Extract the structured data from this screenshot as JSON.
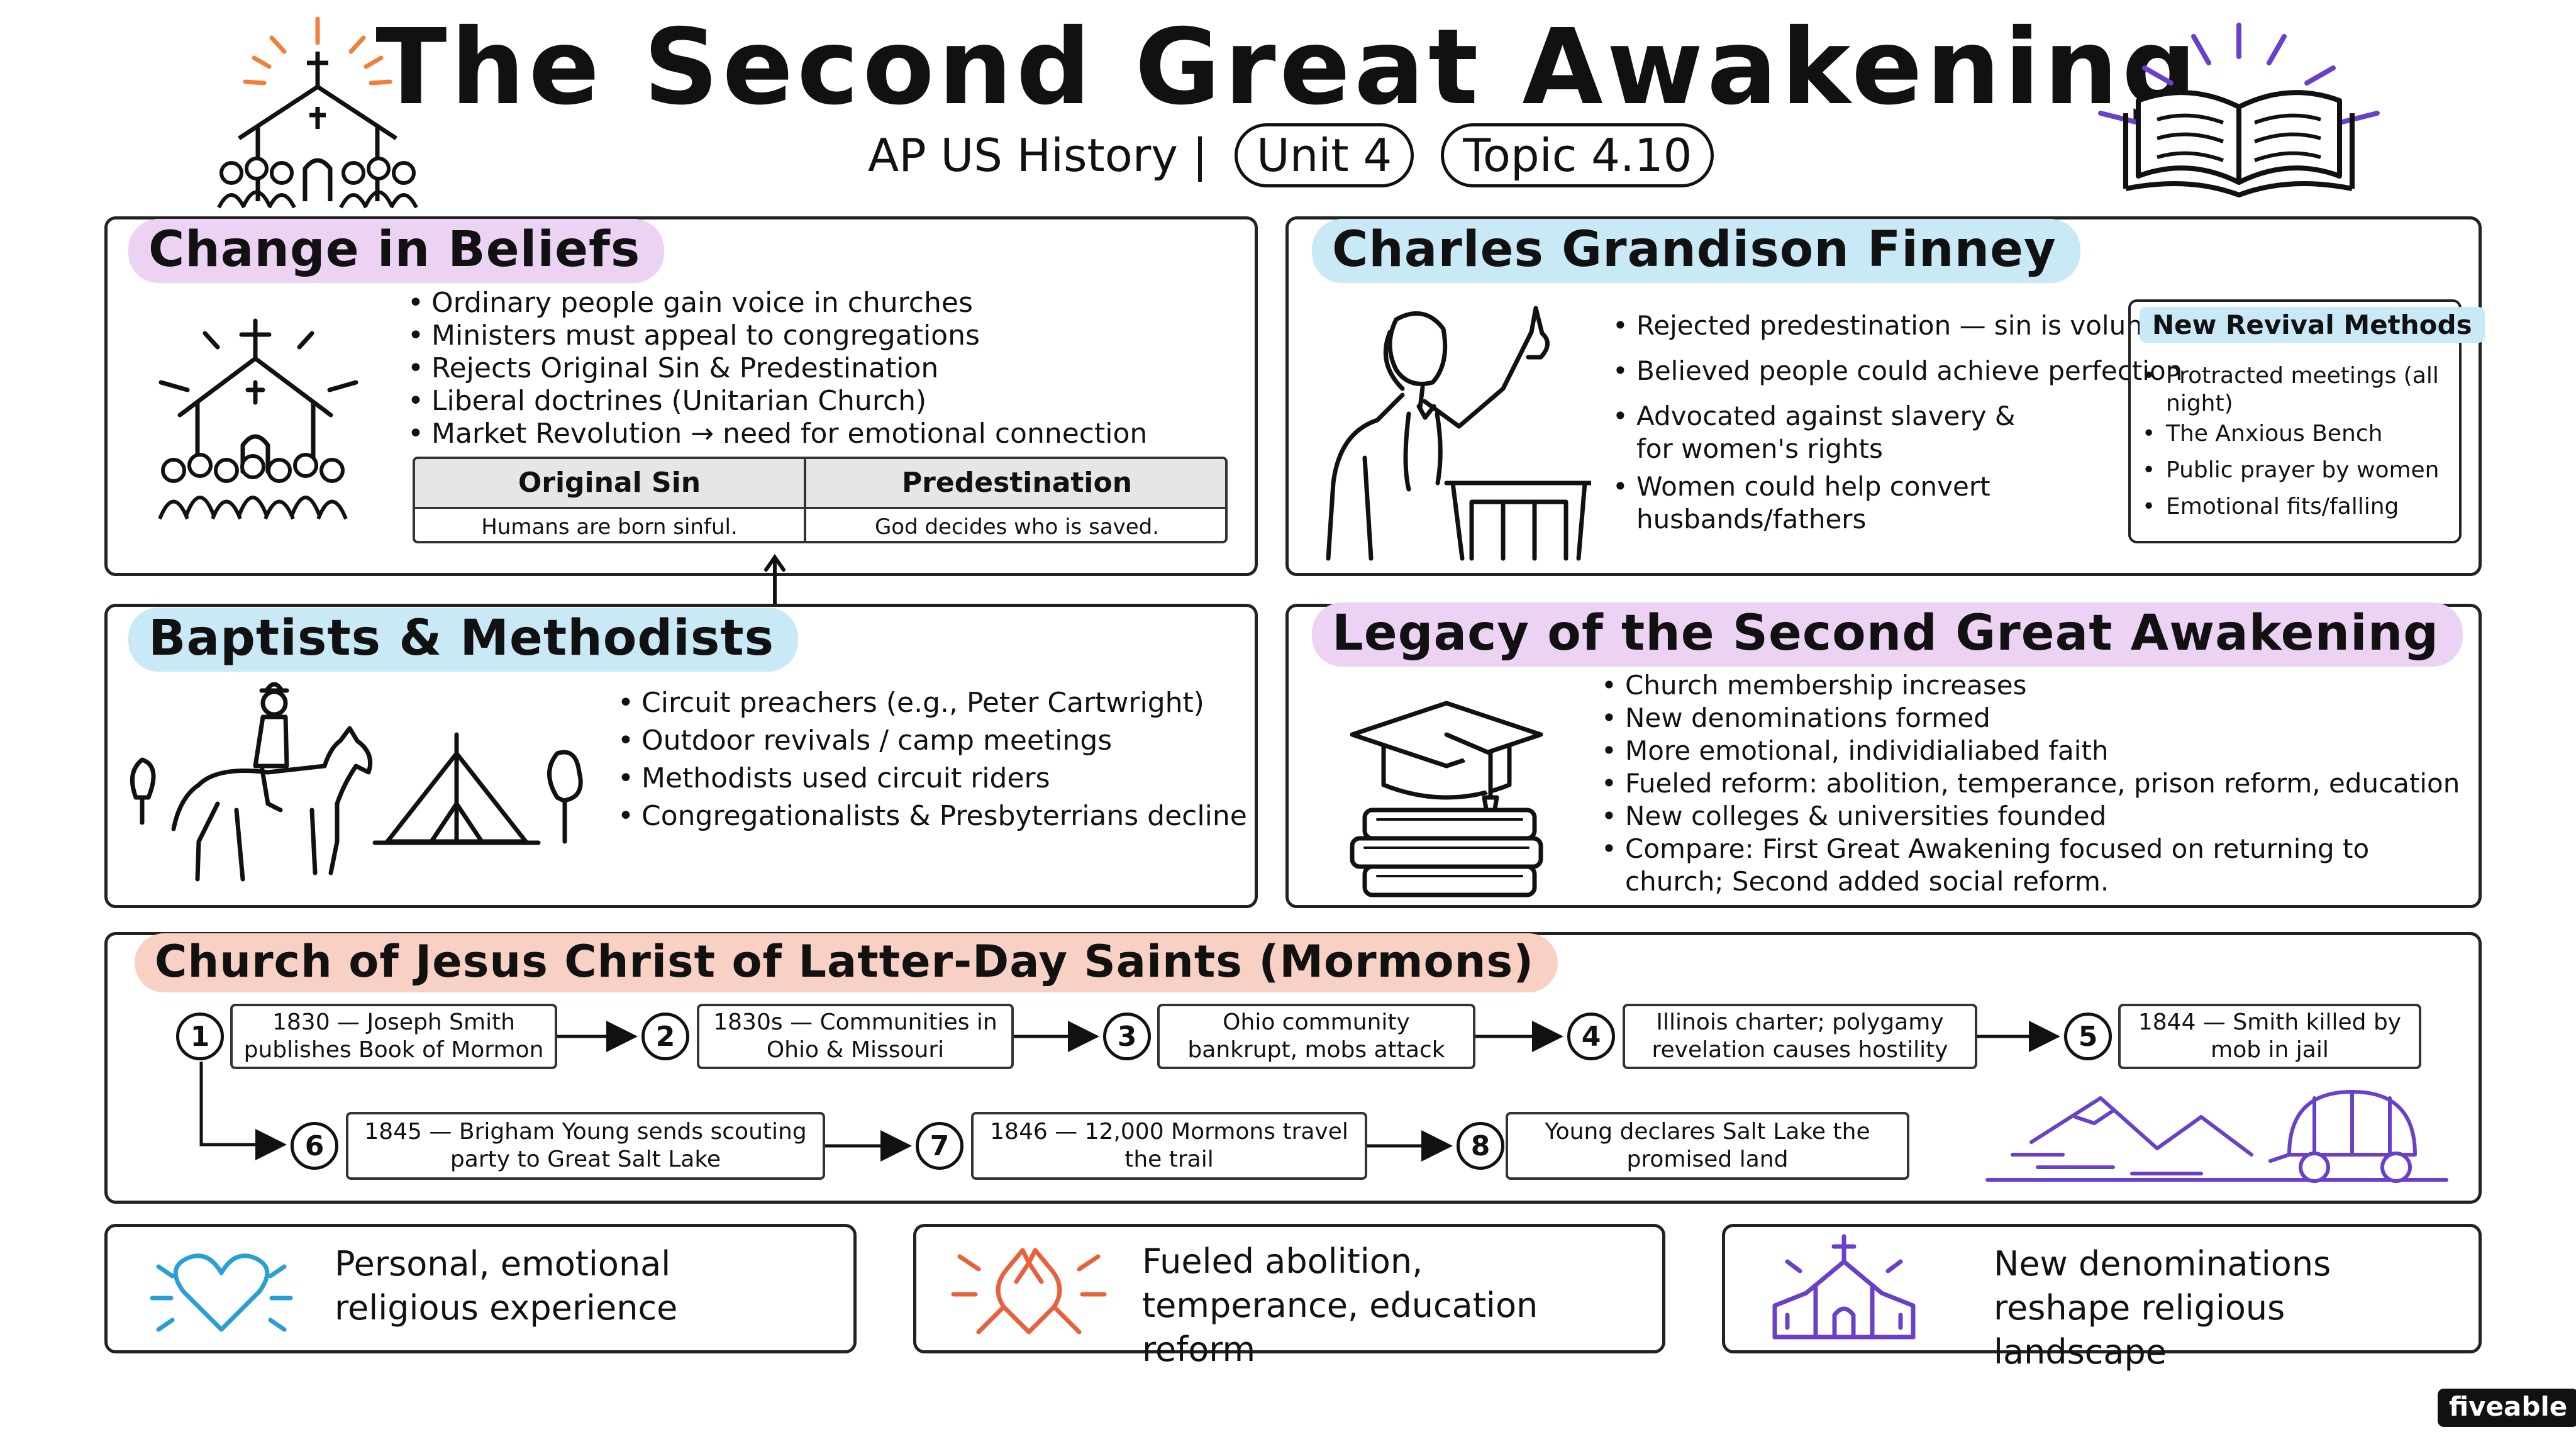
{
  "header": {
    "title": "The Second Great Awakening",
    "subtitle": "AP US History |",
    "unit_pill": "Unit 4",
    "topic_pill": "Topic 4.10"
  },
  "beliefs": {
    "heading": "Change in Beliefs",
    "bullets": [
      "Ordinary people gain voice in churches",
      "Ministers must appeal to congregations",
      "Rejects Original Sin & Predestination",
      "Liberal doctrines (Unitarian Church)",
      "Market Revolution → need for emotional connection"
    ],
    "table": {
      "col1_head": "Original Sin",
      "col1_body": "Humans are born sinful.",
      "col2_head": "Predestination",
      "col2_body": "God decides who is saved."
    }
  },
  "finney": {
    "heading": "Charles Grandison Finney",
    "bullets": [
      "Rejected predestination — sin is voluntary",
      "Believed people could achieve perfection",
      "Advocated against slavery & for women's rights",
      "Women could help convert husbands/fathers"
    ],
    "methods": {
      "title": "New Revival Methods",
      "items": [
        "Protracted meetings (all night)",
        "The Anxious Bench",
        "Public prayer by women",
        "Emotional fits/falling"
      ]
    }
  },
  "baptists": {
    "heading": "Baptists & Methodists",
    "bullets": [
      "Circuit preachers (e.g., Peter Cartwright)",
      "Outdoor revivals / camp meetings",
      "Methodists used circuit riders",
      "Congregationalists & Presbyterrians decline"
    ]
  },
  "legacy": {
    "heading": "Legacy of the Second Great Awakening",
    "bullets": [
      "Church membership increases",
      "New denominations formed",
      "More emotional, individialiabed faith",
      "Fueled reform: abolition, temperance, prison reform, education",
      "New colleges & universities founded",
      "Compare: First Great Awakening focused on returning to church; Second added social reform."
    ]
  },
  "mormons": {
    "heading": "Church of Jesus Christ of Latter-Day Saints (Mormons)",
    "steps": [
      {
        "n": "1",
        "text": "1830 — Joseph Smith publishes Book of Mormon"
      },
      {
        "n": "2",
        "text": "1830s — Communities in Ohio & Missouri"
      },
      {
        "n": "3",
        "text": "Ohio community bankrupt, mobs attack"
      },
      {
        "n": "4",
        "text": "Illinois charter; polygamy revelation causes hostility"
      },
      {
        "n": "5",
        "text": "1844 — Smith killed by mob in jail"
      },
      {
        "n": "6",
        "text": "1845 — Brigham Young sends scouting party to Great Salt Lake"
      },
      {
        "n": "7",
        "text": "1846 — 12,000 Mormons travel the trail"
      },
      {
        "n": "8",
        "text": "Young declares Salt Lake the promised land"
      }
    ]
  },
  "bottom": [
    {
      "text": "Personal, emotional religious experience",
      "icon": "heart-icon",
      "color": "#2a9fd6"
    },
    {
      "text": "Fueled abolition, temperance, education reform",
      "icon": "praying-hands-icon",
      "color": "#e8613c"
    },
    {
      "text": "New denominations reshape religious landscape",
      "icon": "church-icon",
      "color": "#6a3fc9"
    }
  ],
  "brand": "fiveable",
  "colors": {
    "pink_highlight": "#ecd3f4",
    "blue_highlight": "#c9e9f6",
    "salmon_highlight": "#f8d0c4",
    "purple_accent": "#6a3fc9",
    "orange_accent": "#f07f3c",
    "blue_accent": "#2a9fd6"
  }
}
